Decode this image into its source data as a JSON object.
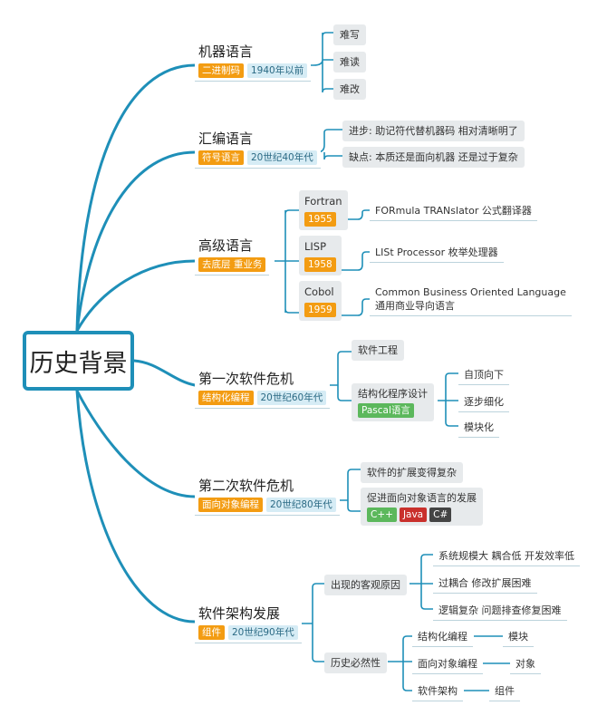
{
  "root": {
    "label": "历史背景"
  },
  "machine": {
    "title": "机器语言",
    "tag1": "二进制码",
    "tag2": "1940年以前",
    "items": [
      "难写",
      "难读",
      "难改"
    ]
  },
  "assembly": {
    "title": "汇编语言",
    "tag1": "符号语言",
    "tag2": "20世纪40年代",
    "items": [
      "进步: 助记符代替机器码 相对清晰明了",
      "缺点: 本质还是面向机器  还是过于复杂"
    ]
  },
  "highlevel": {
    "title": "高级语言",
    "tag1": "去底层 重业务",
    "langs": [
      {
        "name": "Fortran",
        "year": "1955",
        "desc": "FORmula TRANslator  公式翻译器",
        "desc2": ""
      },
      {
        "name": "LISP",
        "year": "1958",
        "desc": "LISt Processor  枚举处理器",
        "desc2": ""
      },
      {
        "name": "Cobol",
        "year": "1959",
        "desc": "Common Business Oriented Language",
        "desc2": "通用商业导向语言"
      }
    ]
  },
  "crisis1": {
    "title": "第一次软件危机",
    "tag1": "结构化编程",
    "tag2": "20世纪60年代",
    "item1": "软件工程",
    "item2": "结构化程序设计",
    "item2_tag": "Pascal语言",
    "subitems": [
      "自顶向下",
      "逐步细化",
      "模块化"
    ]
  },
  "crisis2": {
    "title": "第二次软件危机",
    "tag1": "面向对象编程",
    "tag2": "20世纪80年代",
    "item1": "软件的扩展变得复杂",
    "item2": "促进面向对象语言的发展",
    "langs": [
      "C++",
      "Java",
      "C#"
    ]
  },
  "arch": {
    "title": "软件架构发展",
    "tag1": "组件",
    "tag2": "20世纪90年代",
    "reason": "出现的客观原因",
    "reasons": [
      "系统规模大 耦合低  开发效率低",
      "过耦合 修改扩展困难",
      "逻辑复杂 问题排查修复困难"
    ],
    "necessity": "历史必然性",
    "pairs": [
      {
        "a": "结构化编程",
        "b": "模块"
      },
      {
        "a": "面向对象编程",
        "b": "对象"
      },
      {
        "a": "软件架构",
        "b": "组件"
      }
    ]
  },
  "colors": {
    "line": "#1e8fb8",
    "orange": "#f39c12",
    "light_blue": "#d6ecf5"
  }
}
